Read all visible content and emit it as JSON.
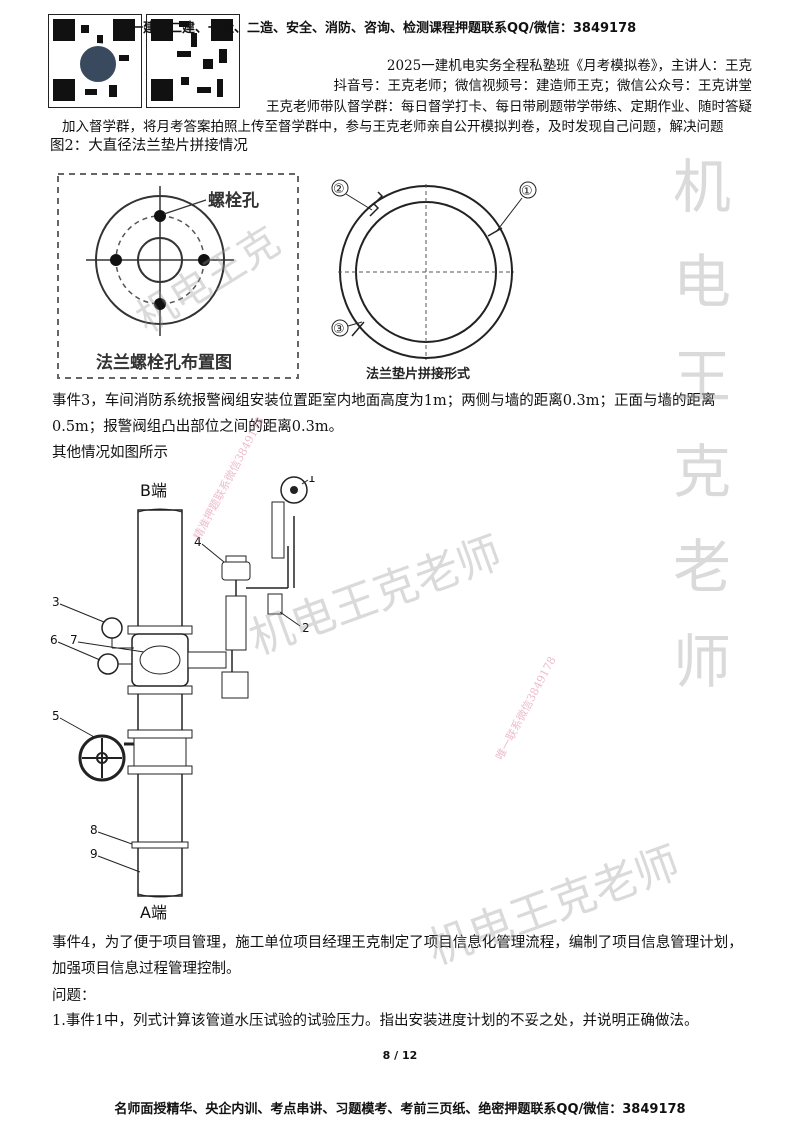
{
  "header": {
    "banner": "一建、二建、一造、二造、安全、消防、咨询、检测课程押题联系QQ/微信：3849178",
    "line1": "2025一建机电实务全程私塾班《月考模拟卷》，主讲人：王克",
    "line2": "抖音号：王克老师；微信视频号：建造师王克；微信公众号：王克讲堂",
    "line3": "王克老师带队督学群：每日督学打卡、每日带刷题带学带练、定期作业、随时答疑",
    "line4": "加入督学群，将月考答案拍照上传至督学群中，参与王克老师亲自公开模拟判卷，及时发现自己问题，解决问题"
  },
  "figure2": {
    "caption": "图2：大直径法兰垫片拼接情况",
    "left_label": "法兰螺栓孔布置图",
    "bolt_hole_label": "螺栓孔",
    "right_label": "法兰垫片拼接形式",
    "markers": [
      "①",
      "②",
      "③"
    ]
  },
  "event3": {
    "text": "事件3，车间消防系统报警阀组安装位置距室内地面高度为1m；两侧与墙的距离0.3m；正面与墙的距离0.5m；报警阀组凸出部位之间的距离0.3m。",
    "other": "其他情况如图所示"
  },
  "valve_figure": {
    "top_label": "B端",
    "bottom_label": "A端",
    "numbers": [
      "1",
      "2",
      "3",
      "4",
      "5",
      "6",
      "7",
      "8",
      "9"
    ]
  },
  "event4": {
    "text": "事件4，为了便于项目管理，施工单位项目经理王克制定了项目信息化管理流程，编制了项目信息管理计划，加强项目信息过程管理控制。"
  },
  "questions": {
    "heading": "问题：",
    "q1": "1.事件1中，列式计算该管道水压试验的试验压力。指出安装进度计划的不妥之处，并说明正确做法。"
  },
  "page": {
    "number": "8 / 12"
  },
  "footer": {
    "text": "名师面授精华、央企内训、考点串讲、习题模考、考前三页纸、绝密押题联系QQ/微信：3849178"
  },
  "watermarks": {
    "diag1": "机电王克",
    "diag2": "机电王克老师",
    "diag3": "机电王克老师",
    "vertical": [
      "机",
      "电",
      "王",
      "克",
      "老",
      "师"
    ],
    "small1": "精准押题联系微信3849178",
    "small2": "唯一联系微信3849178"
  }
}
